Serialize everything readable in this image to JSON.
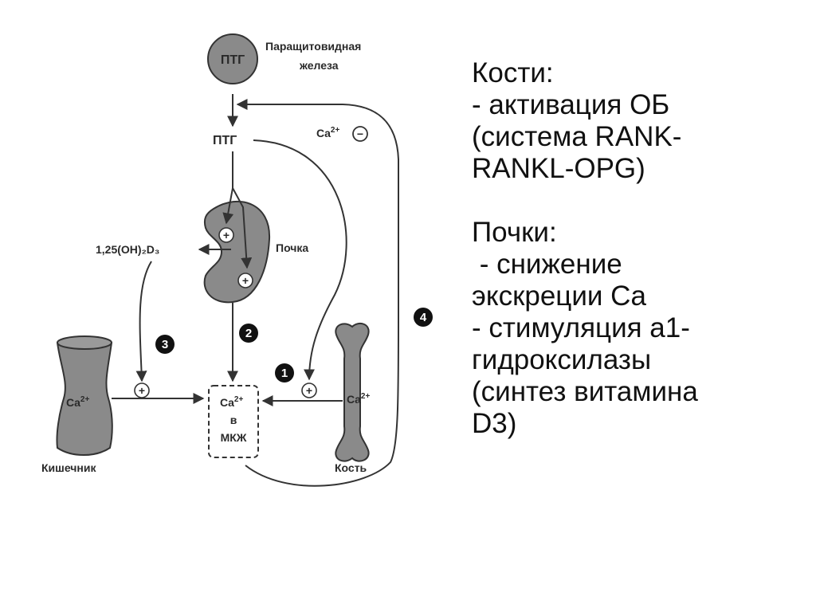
{
  "diagram": {
    "gland_circle": "ПТГ",
    "gland_name": [
      "Паращитовидная",
      "железа"
    ],
    "pth_label": "ПТГ",
    "ca_feedback": "Ca",
    "ca_feedback_sup": "2+",
    "kidney_name": "Почка",
    "vitd_label": "1,25(OH)₂D₃",
    "intestine_ca": "Ca",
    "intestine_ca_sup": "2+",
    "intestine_name": "Кишечник",
    "bone_ca": "Ca",
    "bone_ca_sup": "2+",
    "bone_name": "Кость",
    "ecf_ca": "Ca",
    "ecf_ca_sup": "2+",
    "ecf_in": "в",
    "ecf_name": "МКЖ",
    "plus_sign": "+",
    "minus_sign": "−",
    "markers": [
      "1",
      "2",
      "3",
      "4"
    ]
  },
  "notes": {
    "bones": [
      "Кости:",
      "- активация ОБ",
      "(система RANK-",
      "RANKL-OPG)"
    ],
    "kidneys": [
      "Почки:",
      " - снижение",
      "экскреции Ca",
      "- стимуляция а1-",
      "гидроксилазы",
      "(синтез витамина",
      "D3)"
    ]
  }
}
